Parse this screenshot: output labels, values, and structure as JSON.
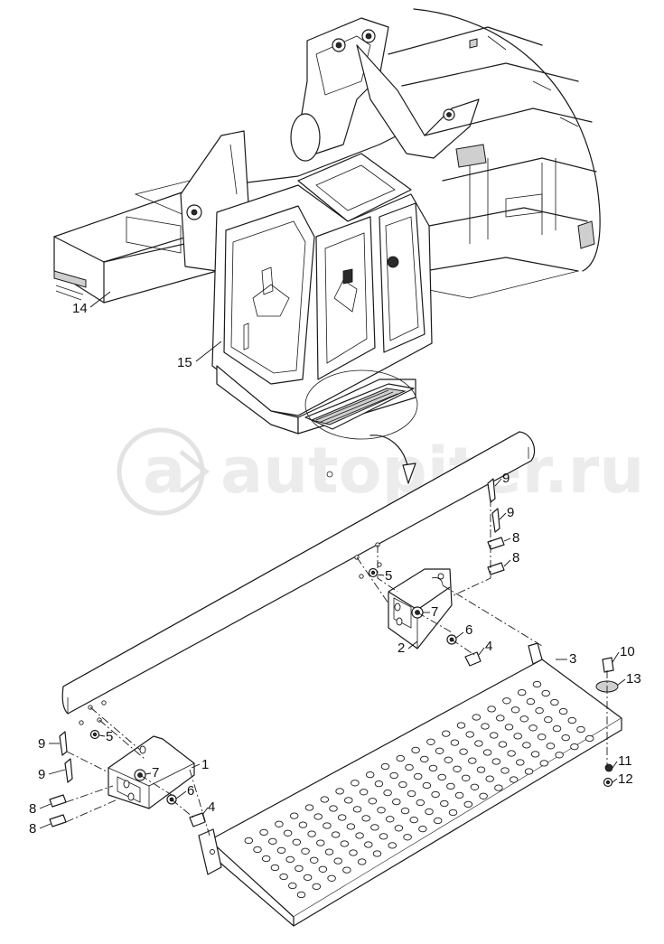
{
  "watermark": {
    "text": "autopiter.ru"
  },
  "callouts": {
    "c1": "1",
    "c2": "2",
    "c3": "3",
    "c4a": "4",
    "c4b": "4",
    "c5a": "5",
    "c5b": "5",
    "c6a": "6",
    "c6b": "6",
    "c7a": "7",
    "c7b": "7",
    "c8a": "8",
    "c8b": "8",
    "c8c": "8",
    "c8d": "8",
    "c9a": "9",
    "c9b": "9",
    "c9c": "9",
    "c9d": "9",
    "c10": "10",
    "c11": "11",
    "c12": "12",
    "c13": "13",
    "c14": "14",
    "c15": "15"
  }
}
